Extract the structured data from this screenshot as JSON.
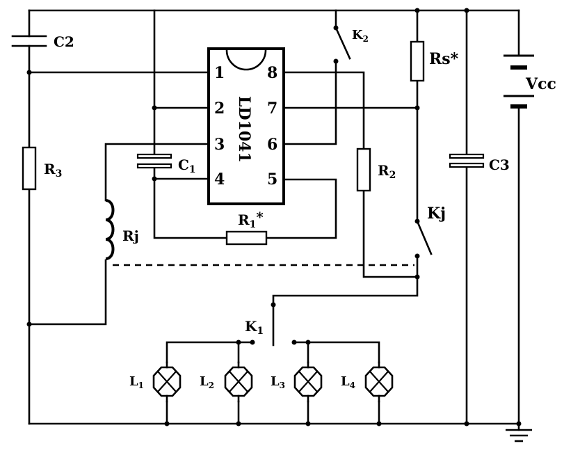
{
  "chip": {
    "name": "LD1041",
    "pins": [
      "1",
      "2",
      "3",
      "4",
      "5",
      "6",
      "7",
      "8"
    ]
  },
  "labels": {
    "c2": "C2",
    "k2": "K2",
    "rs": "Rs*",
    "vcc": "Vcc",
    "r3": "R3",
    "c1": "C1",
    "r2": "R2",
    "c3": "C3",
    "rj": "Rj",
    "r1": "R1*",
    "kj": "Kj",
    "k1": "K1",
    "l1": "L1",
    "l2": "L2",
    "l3": "L3",
    "l4": "L4"
  }
}
